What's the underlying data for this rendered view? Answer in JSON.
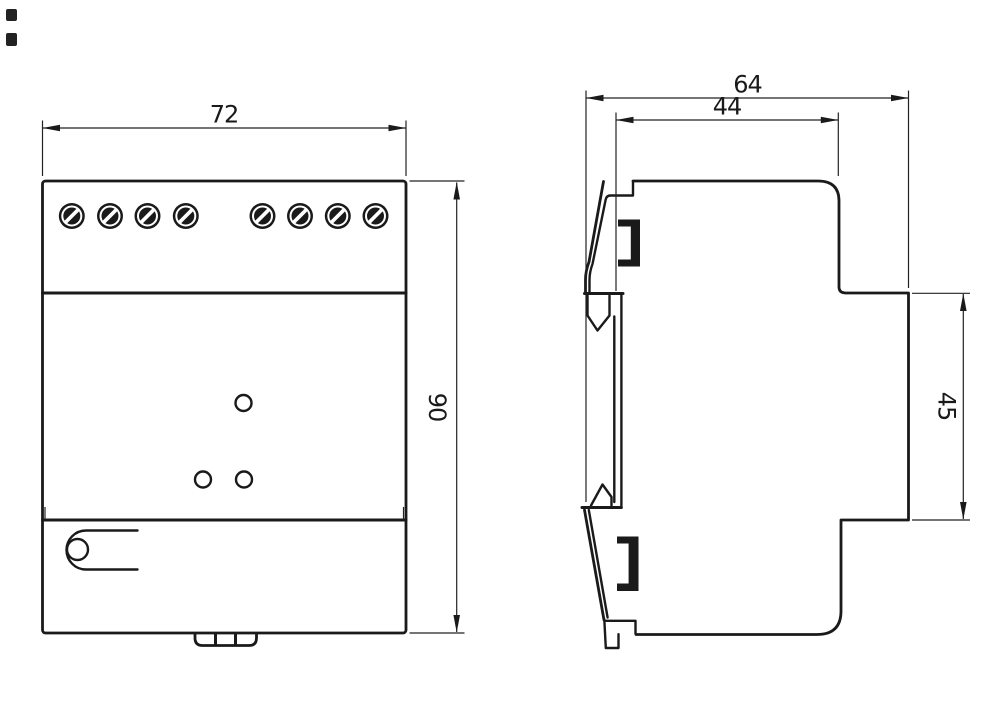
{
  "drawing": {
    "type": "dimensional-technical-drawing",
    "views": {
      "front_view": "front view of DIN-rail module with 8 screw terminals, indicator circles, sealing clip and rail tab",
      "side_view": "side profile of DIN-rail module showing rail clip"
    }
  },
  "dimensions": {
    "front_width": "72",
    "front_height": "90",
    "side_overall_depth": "64",
    "side_upper_depth": "44",
    "side_lower_height": "45"
  },
  "colors": {
    "line_color": "#1a1a1a",
    "thin_line_color": "#222222",
    "background": "#ffffff"
  }
}
